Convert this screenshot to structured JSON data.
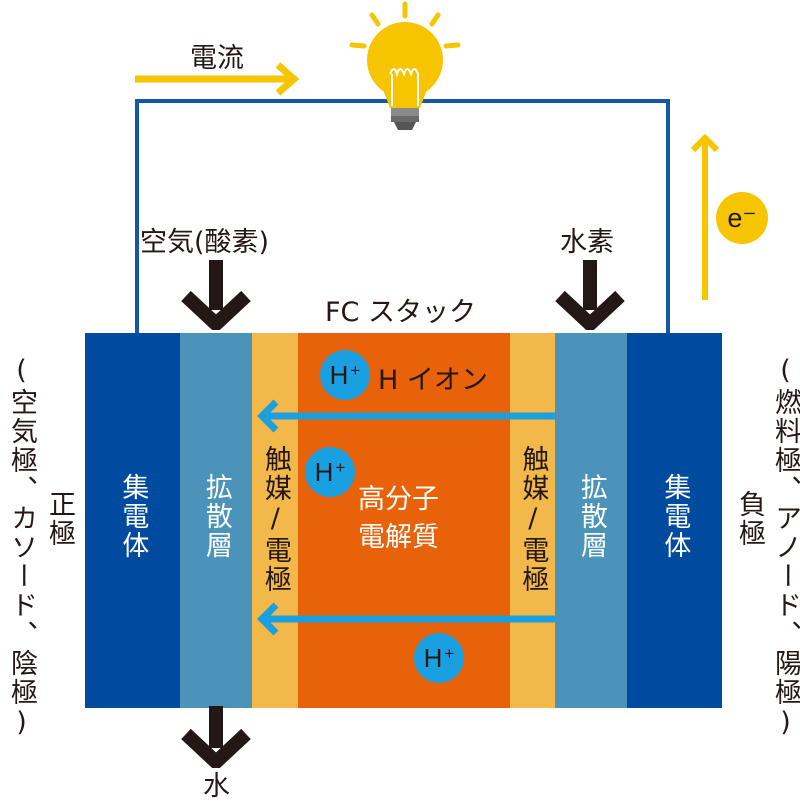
{
  "colors": {
    "collector": "#004aa0",
    "diffusion": "#4b93b8",
    "catalyst": "#f3b84a",
    "electrolyte": "#e8620a",
    "ion_arrow": "#1aa0e0",
    "circuit": "#1556a6",
    "current_arrow": "#f7c400",
    "bulb": "#f7c400"
  },
  "top": {
    "current_label": "電流",
    "electron_label": "e⁻"
  },
  "inputs": {
    "air_label": "空気(酸素)",
    "hydrogen_label": "水素",
    "stack_label": "FC スタック",
    "water_label": "水"
  },
  "left_side": {
    "pole": "正極",
    "alias": "(空気極、カソード、陰極)"
  },
  "right_side": {
    "pole": "負極",
    "alias": "(燃料極、アノード、陽極)"
  },
  "layers": {
    "collector": "集電体",
    "diffusion": "拡散層",
    "catalyst": "触媒/電極",
    "electrolyte_line1": "高分子",
    "electrolyte_line2": "電解質"
  },
  "ions": {
    "symbol": "H",
    "charge": "+",
    "legend": "H イオン"
  }
}
